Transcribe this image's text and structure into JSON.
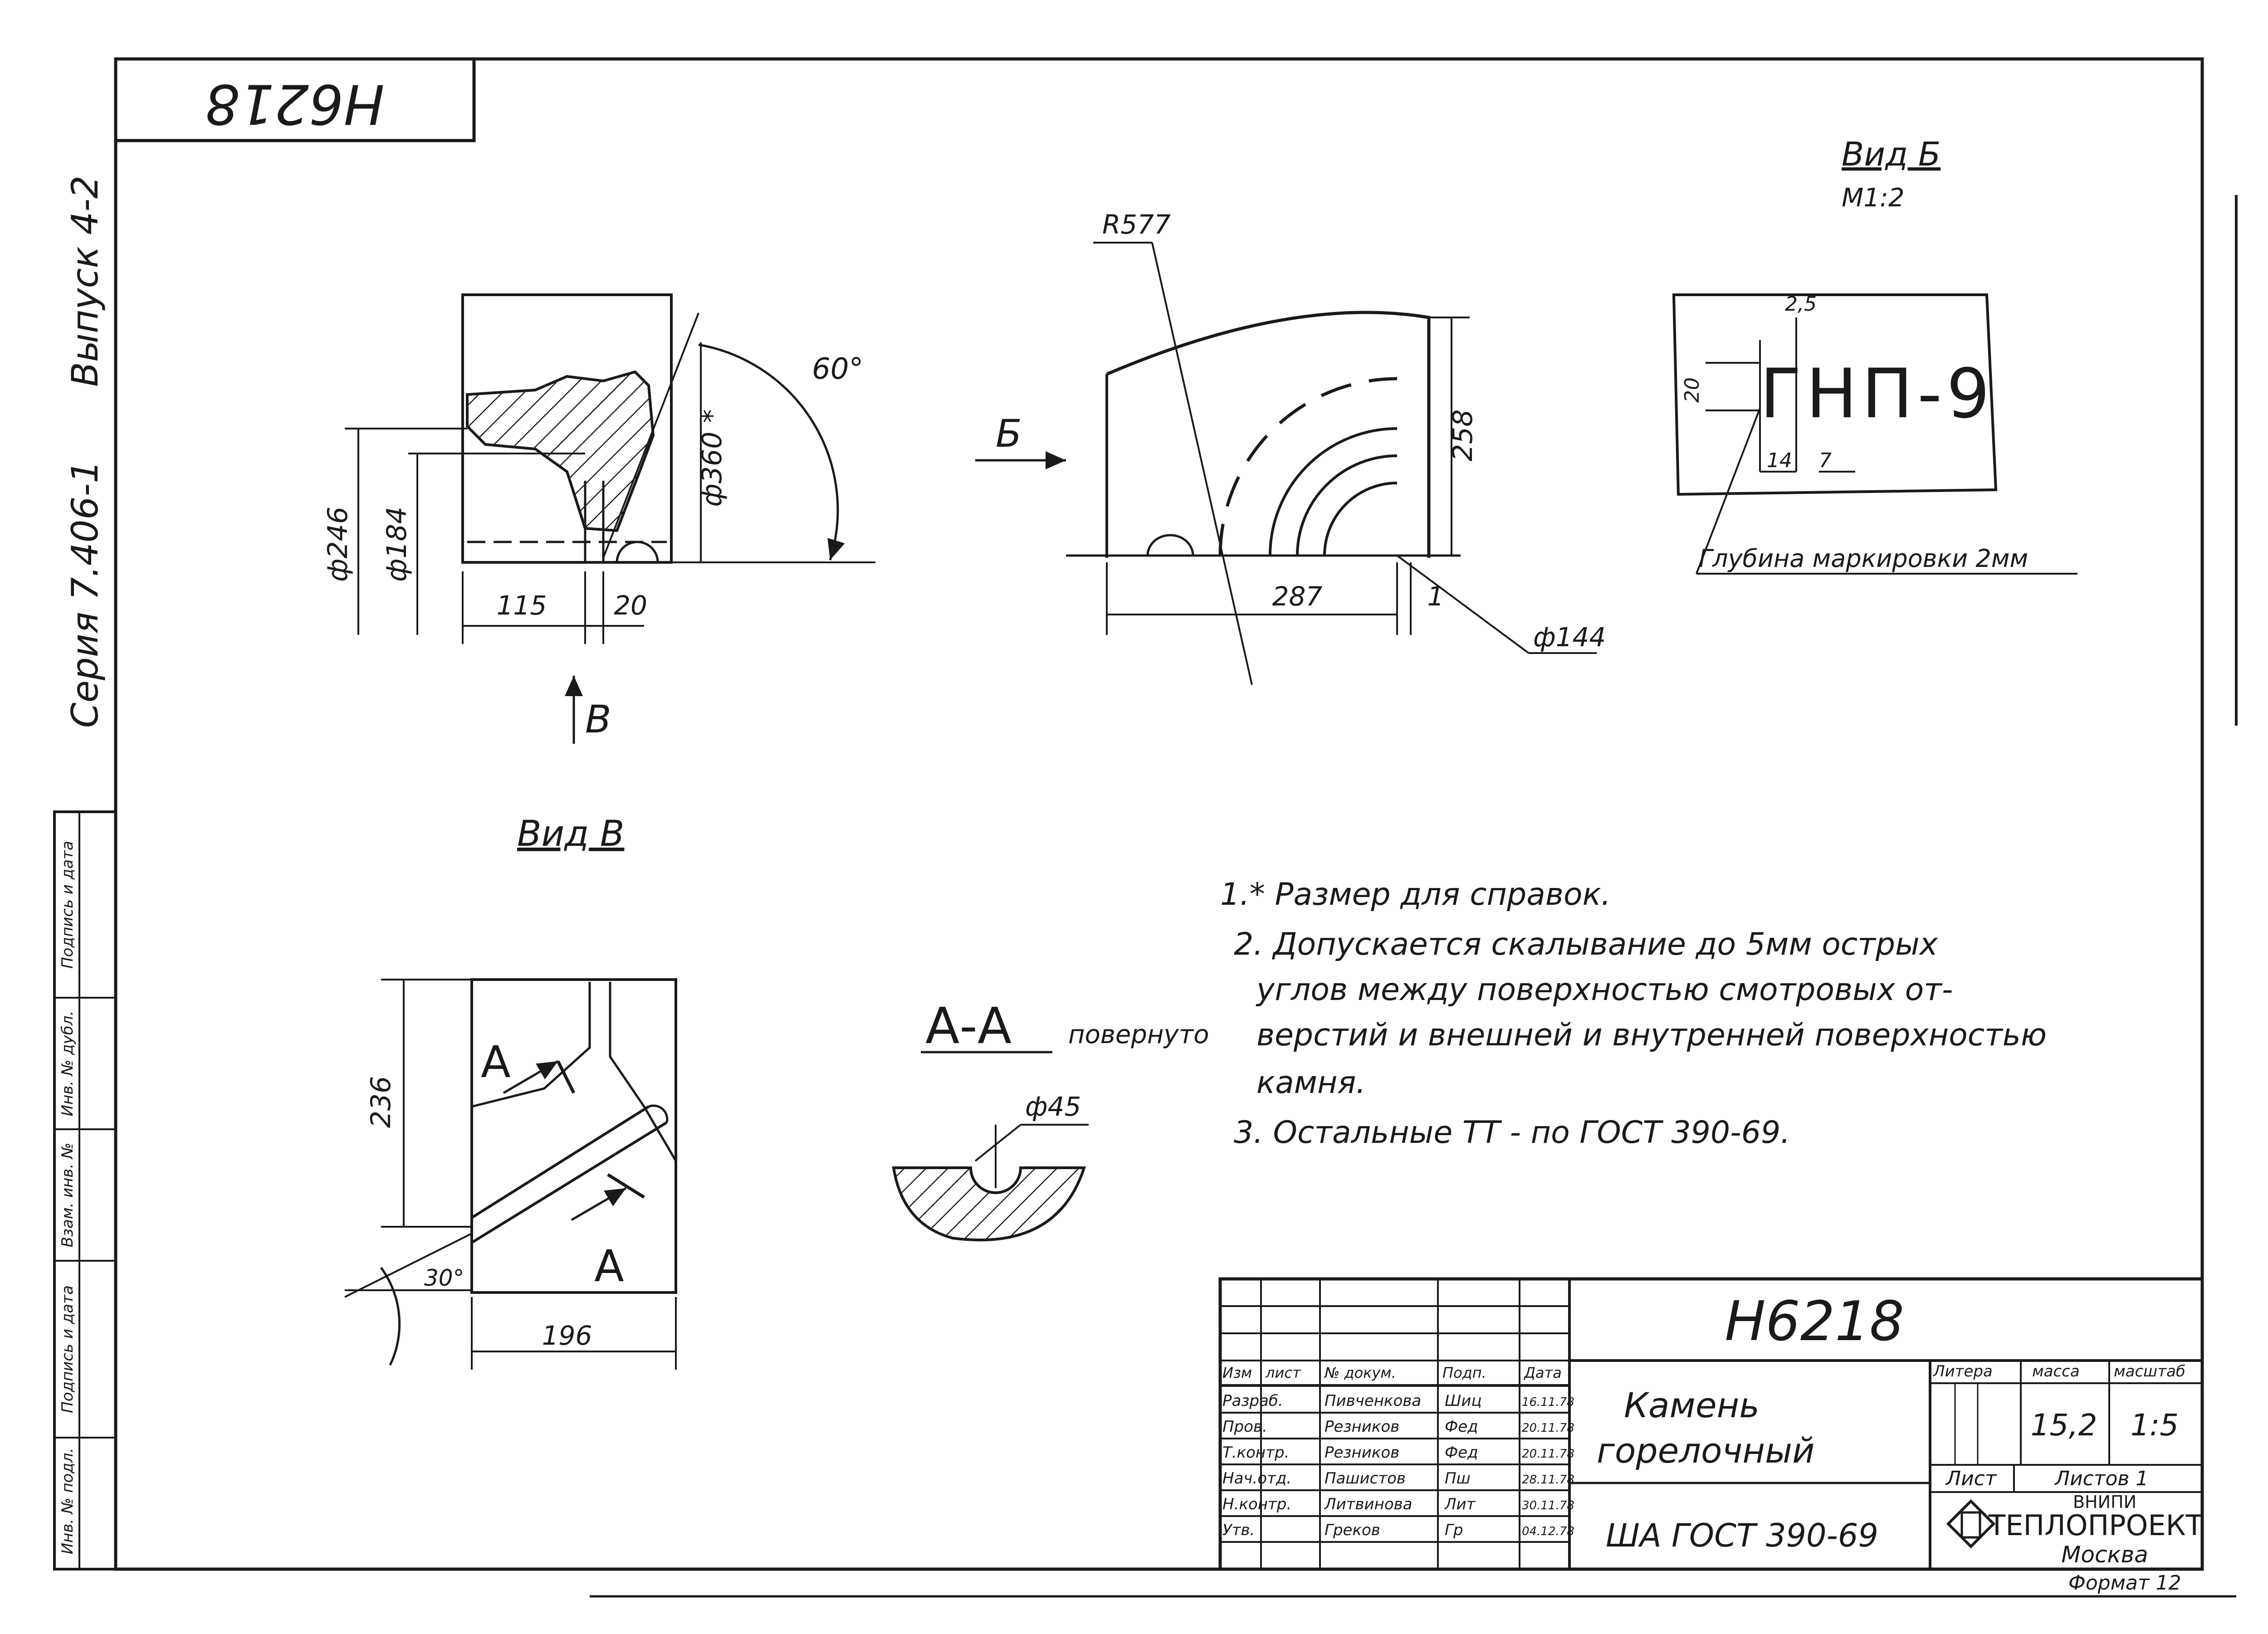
{
  "stamp_code": "Н6218",
  "left_margin": {
    "series_label": "Серия  7.406-1",
    "issue_label": "Выпуск 4-2",
    "boxes": [
      "Инв. № подл.",
      "Подпись и дата",
      "Взам. инв. №",
      "Инв. № дубл.",
      "Подпись и дата"
    ]
  },
  "views": {
    "front": {
      "dims": {
        "phi246": "ф246",
        "phi184": "ф184",
        "phi360": "ф360 *",
        "angle60": "60°",
        "d115": "115",
        "d20": "20"
      },
      "arrow_label": "В"
    },
    "side": {
      "radius": "R577",
      "dims": {
        "h258": "258",
        "w287": "287",
        "d1": "1",
        "phi144": "ф144"
      },
      "arrow_label": "Б"
    },
    "view_b": {
      "title": "Вид Б",
      "scale": "М1:2",
      "marking": "ГНП-9",
      "dims": {
        "d2_5": "2,5",
        "d20": "20",
        "d14": "14",
        "d7": "7"
      },
      "depth_note": "Глубина маркировки 2мм"
    },
    "view_v": {
      "title": "Вид В",
      "dims": {
        "h236": "236",
        "w196": "196",
        "angle30": "30°"
      },
      "section_mark": "А"
    },
    "section_aa": {
      "title": "А-А",
      "subtitle": "повернуто",
      "dim": "ф45"
    }
  },
  "notes": [
    "1.* Размер для справок.",
    "2. Допускается скалывание до 5мм острых",
    "углов между поверхностью смотровых от-",
    "верстий и внешней и внутренней поверхностью",
    "камня.",
    "3. Остальные  ТТ - по ГОСТ 390-69."
  ],
  "title_block": {
    "doc_code": "Н6218",
    "name_line1": "Камень",
    "name_line2": "горелочный",
    "material": "ША  ГОСТ 390-69",
    "headers": {
      "izm": "Изм",
      "list": "лист",
      "doc": "№ докум.",
      "sign": "Подп.",
      "date": "Дата"
    },
    "rows": [
      {
        "role": "Разраб.",
        "name": "Пивченкова",
        "sign": "Шиц",
        "date": "16.11.78"
      },
      {
        "role": "Пров.",
        "name": "Резников",
        "sign": "Фед",
        "date": "20.11.78"
      },
      {
        "role": "Т.контр.",
        "name": "Резников",
        "sign": "Фед",
        "date": "20.11.78"
      },
      {
        "role": "Нач.отд.",
        "name": "Пашистов",
        "sign": "Пш",
        "date": "28.11.78"
      },
      {
        "role": "Н.контр.",
        "name": "Литвинова",
        "sign": "Лит",
        "date": "30.11.78"
      },
      {
        "role": "Утв.",
        "name": "Греков",
        "sign": "Гр",
        "date": "04.12.78"
      }
    ],
    "litera_label": "Литера",
    "mass_label": "масса",
    "scale_label": "масштаб",
    "mass_value": "15,2",
    "scale_value": "1:5",
    "sheet_label": "Лист",
    "sheets_label": "Листов 1",
    "org_top": "ВНИПИ",
    "org_name": "ТЕПЛОПРОЕКТ",
    "org_city": "Москва",
    "format": "Формат 12"
  }
}
